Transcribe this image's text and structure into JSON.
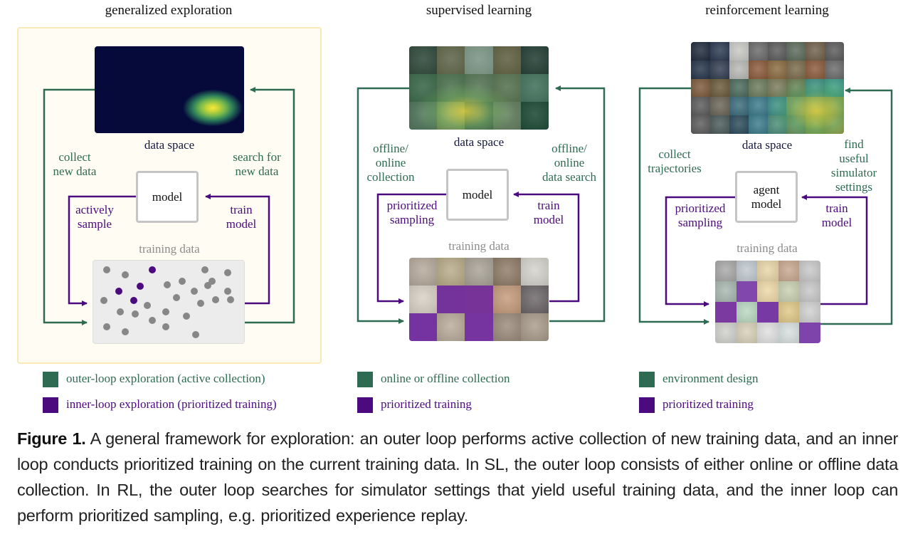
{
  "colors": {
    "outer_loop": "#2e6b52",
    "inner_loop": "#4b0a7e",
    "data_space_label": "#14183e",
    "training_label": "#8c8c8c",
    "panel_bg": "#fefcf3",
    "panel_border": "#f9e9b4"
  },
  "panels": [
    {
      "title": "generalized exploration",
      "data_space_label": "data space",
      "model_label": "model",
      "training_label": "training data",
      "outer_left_label": "collect\nnew data",
      "outer_right_label": "search for\nnew data",
      "inner_left_label": "actively\nsample",
      "inner_right_label": "train\nmodel",
      "legend": [
        {
          "color": "outer_loop",
          "text": "outer-loop exploration (active collection)"
        },
        {
          "color": "inner_loop",
          "text": "inner-loop exploration (prioritized training)"
        }
      ]
    },
    {
      "title": "supervised learning",
      "data_space_label": "data space",
      "model_label": "model",
      "training_label": "training data",
      "outer_left_label": "offline/\nonline\ncollection",
      "outer_right_label": "offline/\nonline\ndata search",
      "inner_left_label": "prioritized\nsampling",
      "inner_right_label": "train\nmodel",
      "legend": [
        {
          "color": "outer_loop",
          "text": "online or offline collection"
        },
        {
          "color": "inner_loop",
          "text": "prioritized training"
        }
      ]
    },
    {
      "title": "reinforcement learning",
      "data_space_label": "data space",
      "model_label": "agent\nmodel",
      "training_label": "training data",
      "outer_left_label": "collect\ntrajectories",
      "outer_right_label": "find\nuseful\nsimulator\nsettings",
      "inner_left_label": "prioritized\nsampling",
      "inner_right_label": "train\nmodel",
      "legend": [
        {
          "color": "outer_loop",
          "text": "environment design"
        },
        {
          "color": "inner_loop",
          "text": "prioritized training"
        }
      ]
    }
  ],
  "training_points": {
    "grey": [
      [
        0.09,
        0.11
      ],
      [
        0.21,
        0.17
      ],
      [
        0.74,
        0.11
      ],
      [
        0.89,
        0.15
      ],
      [
        0.49,
        0.29
      ],
      [
        0.59,
        0.25
      ],
      [
        0.79,
        0.25
      ],
      [
        0.67,
        0.37
      ],
      [
        0.89,
        0.37
      ],
      [
        0.55,
        0.45
      ],
      [
        0.71,
        0.52
      ],
      [
        0.81,
        0.47
      ],
      [
        0.07,
        0.48
      ],
      [
        0.91,
        0.47
      ],
      [
        0.36,
        0.54
      ],
      [
        0.18,
        0.62
      ],
      [
        0.28,
        0.65
      ],
      [
        0.48,
        0.62
      ],
      [
        0.62,
        0.67
      ],
      [
        0.39,
        0.72
      ],
      [
        0.09,
        0.8
      ],
      [
        0.21,
        0.86
      ],
      [
        0.48,
        0.8
      ],
      [
        0.68,
        0.9
      ],
      [
        0.76,
        0.3
      ]
    ],
    "purple": [
      [
        0.39,
        0.11
      ],
      [
        0.17,
        0.37
      ],
      [
        0.31,
        0.31
      ],
      [
        0.27,
        0.48
      ]
    ]
  },
  "caption": {
    "label": "Figure 1.",
    "text": "A general framework for exploration: an outer loop performs active collection of new training data, and an inner loop conducts prioritized training on the current training data. In SL, the outer loop consists of either online or offline data collection. In RL, the outer loop searches for simulator settings that yield useful training data, and the inner loop can perform prioritized sampling, e.g. prioritized experience replay."
  }
}
